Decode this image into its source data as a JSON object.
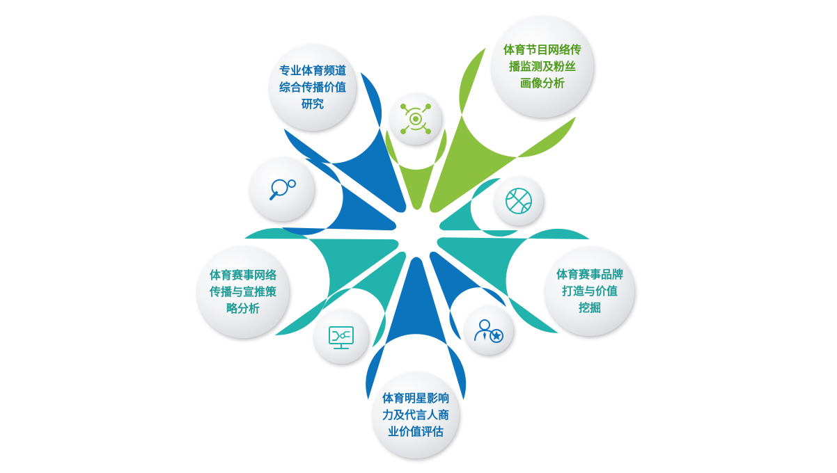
{
  "colors": {
    "blue": "#0b74bd",
    "green": "#8cc13f",
    "teal": "#23b3ad",
    "text_blue": "#0b6cb0",
    "text_green": "#4f9a1c",
    "text_teal": "#1d9a95"
  },
  "petals": [
    {
      "id": "channel-research",
      "kind": "text",
      "color": "blue",
      "lines": [
        "专业体育频道",
        "综合传播价值",
        "研究"
      ]
    },
    {
      "id": "network-monitoring",
      "kind": "text",
      "color": "green",
      "lines": [
        "体育节目网络传",
        "播监测及粉丝",
        "画像分析"
      ]
    },
    {
      "id": "brand-building",
      "kind": "text",
      "color": "teal",
      "lines": [
        "体育赛事品牌",
        "打造与价值",
        "挖掘"
      ]
    },
    {
      "id": "star-influence",
      "kind": "text",
      "color": "blue",
      "lines": [
        "体育明星影响",
        "力及代言人商",
        "业价值评估"
      ]
    },
    {
      "id": "promotion-strategy",
      "kind": "text",
      "color": "teal",
      "lines": [
        "体育赛事网络",
        "传播与宣推策",
        "略分析"
      ]
    },
    {
      "id": "ping-pong",
      "kind": "icon",
      "color": "blue",
      "icon": "ping-pong-paddle-icon"
    },
    {
      "id": "target",
      "kind": "icon",
      "color": "green",
      "icon": "target-network-icon"
    },
    {
      "id": "basketball",
      "kind": "icon",
      "color": "teal",
      "icon": "basketball-icon"
    },
    {
      "id": "star-user",
      "kind": "icon",
      "color": "blue",
      "icon": "user-star-icon"
    },
    {
      "id": "monitor",
      "kind": "icon",
      "color": "teal",
      "icon": "monitor-chart-icon"
    }
  ]
}
